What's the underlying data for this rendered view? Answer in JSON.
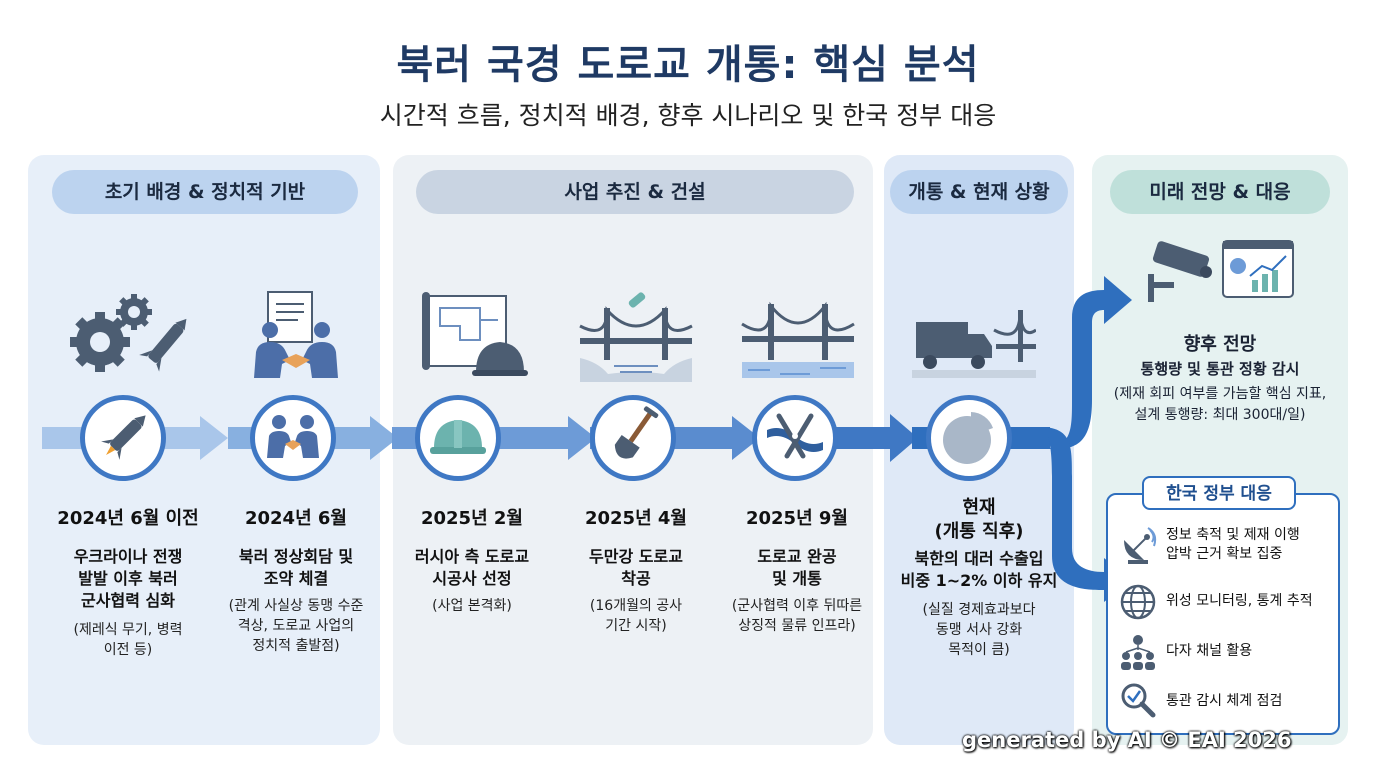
{
  "header": {
    "title": "북러 국경 도로교 개통: 핵심 분석",
    "subtitle": "시간적 흐름, 정치적 배경, 향후 시나리오 및 한국 정부 대응"
  },
  "phases": [
    {
      "label": "초기 배경 & 정치적 기반"
    },
    {
      "label": "사업 추진 & 건설"
    },
    {
      "label": "개통 & 현재 상황"
    },
    {
      "label": "미래 전망 & 대응"
    }
  ],
  "milestones": [
    {
      "date": "2024년 6월 이전",
      "desc1": "우크라이나 전쟁",
      "desc2": "발발 이후 북러",
      "desc3": "군사협력 심화",
      "note1": "(제레식 무기, 병력",
      "note2": "이전 등)",
      "top_icon": "gears-missile-icon",
      "circle_icon": "missile-icon"
    },
    {
      "date": "2024년 6월",
      "desc1": "북러 정상회담 및",
      "desc2": "조약 체결",
      "note1": "(관계 사실상 동맹 수준",
      "note2": "격상, 도로교 사업의",
      "note3": "정치적 출발점)",
      "top_icon": "handshake-document-icon",
      "circle_icon": "handshake-icon"
    },
    {
      "date": "2025년 2월",
      "desc1": "러시아 측 도로교",
      "desc2": "시공사 선정",
      "note1": "(사업 본격화)",
      "top_icon": "blueprint-helmet-icon",
      "circle_icon": "hard-hat-icon"
    },
    {
      "date": "2025년 4월",
      "desc1": "두만강 도로교",
      "desc2": "착공",
      "note1": "(16개월의 공사",
      "note2": "기간 시작)",
      "top_icon": "bridge-construction-icon",
      "circle_icon": "shovel-icon"
    },
    {
      "date": "2025년 9월",
      "desc1": "도로교 완공",
      "desc2": "및 개통",
      "note1": "(군사협력 이후 뒤따른",
      "note2": "상징적 물류 인프라)",
      "top_icon": "bridge-icon",
      "circle_icon": "ribbon-cutting-icon"
    },
    {
      "date": "현재",
      "date2": "(개통 직후)",
      "desc1": "북한의 대러 수출입",
      "desc2": "비중 1~2% 이하 유지",
      "note1": "(실질 경제효과보다",
      "note2": "동맹 서사 강화",
      "note3": "목적이 큼)",
      "top_icon": "truck-bridge-icon",
      "circle_icon": "pie-chart-icon"
    }
  ],
  "outlook": {
    "title": "향후 전망",
    "desc": "통행량 및 통관 정황 감시",
    "note1": "(제재 회피 여부를 가늠할 핵심 지표,",
    "note2": "설계 통행량: 최대 300대/일)",
    "icons": [
      "cctv-camera-icon",
      "analytics-dashboard-icon"
    ]
  },
  "korea_response": {
    "title": "한국 정부 대응",
    "items": [
      {
        "line1": "정보 축적 및 제재 이행",
        "line2": "압박 근거 확보 집중",
        "icon": "satellite-dish-icon"
      },
      {
        "line1": "위성 모니터링, 통계 추적",
        "icon": "globe-icon"
      },
      {
        "line1": "다자 채널 활용",
        "icon": "people-network-icon"
      },
      {
        "line1": "통관 감시 체계 점검",
        "icon": "magnifier-check-icon"
      }
    ]
  },
  "watermark": "generated by AI © EAI 2026",
  "colors": {
    "accent": "#2f6fbe",
    "title": "#1f3a64",
    "arrow": "#5b8fd3"
  }
}
